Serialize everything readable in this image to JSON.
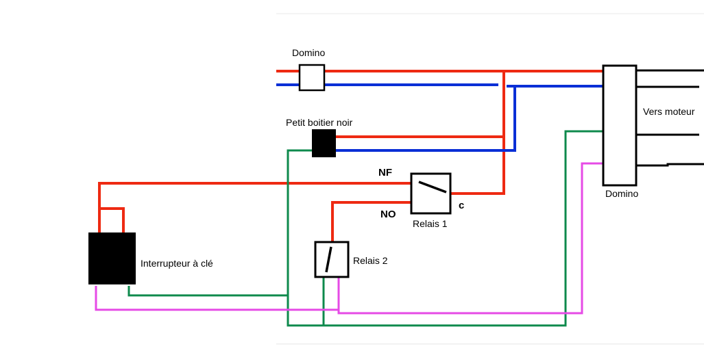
{
  "labels": {
    "domino_top": "Domino",
    "domino_right": "Domino",
    "petit_boitier": "Petit boitier noir",
    "vers_moteur": "Vers moteur",
    "nf": "NF",
    "no": "NO",
    "c": "c",
    "relais1": "Relais 1",
    "relais2": "Relais 2",
    "interrupteur": "Interrupteur à clé"
  },
  "colors": {
    "red": "#ee2a12",
    "blue": "#0a2fd6",
    "green": "#0e8a4c",
    "magenta": "#e64ae6",
    "black": "#000000"
  }
}
